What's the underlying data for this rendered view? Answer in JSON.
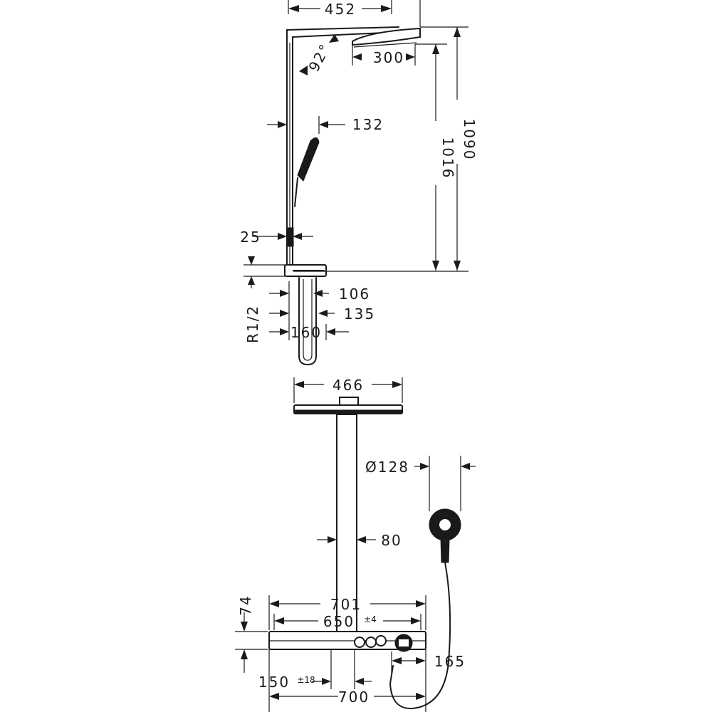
{
  "side_view": {
    "dims": {
      "top_width": "452",
      "angle": "92°",
      "head_depth": "300",
      "handshower_offset": "132",
      "head_height": "1016",
      "total_height": "1090",
      "bar_diameter": "25",
      "thread": "R1/2",
      "depth_106": "106",
      "depth_135": "135",
      "depth_160": "160"
    }
  },
  "front_view": {
    "dims": {
      "head_width": "466",
      "handshower_diameter": "Ø128",
      "bar_width": "80",
      "thermostat_width": "701",
      "connection_spacing": "650",
      "connection_tolerance": "±4",
      "shelf_height": "74",
      "offset_150": "150",
      "offset_tolerance": "±18",
      "connection_700": "700",
      "outlet_165": "165"
    }
  }
}
